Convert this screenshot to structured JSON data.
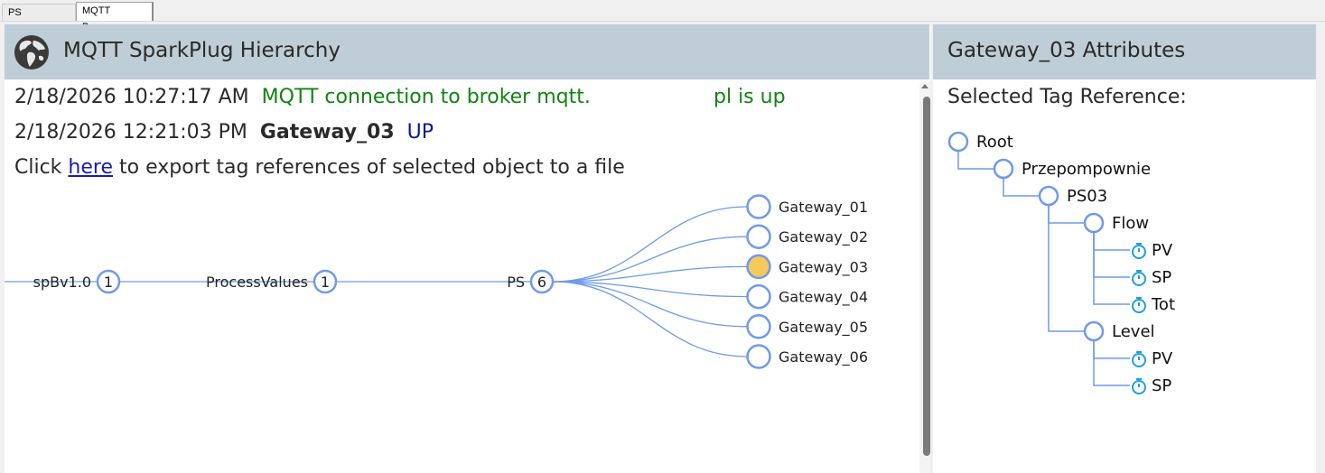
{
  "tabs": [
    {
      "label": "PS Parameters"
    },
    {
      "label": "MQTT Browser"
    }
  ],
  "left_panel": {
    "title": "MQTT SparkPlug Hierarchy",
    "status_lines": [
      {
        "timestamp": "2/18/2026 10:27:17 AM",
        "message_part1": "MQTT connection to broker mqtt.",
        "message_part2": "pl is up"
      },
      {
        "timestamp": "2/18/2026 12:21:03 PM",
        "gateway": "Gateway_03",
        "state": "UP"
      }
    ],
    "export": {
      "prefix": "Click",
      "link": "here",
      "suffix": "to export tag references of selected object to a file"
    },
    "hierarchy": {
      "chain": [
        {
          "label": "spBv1.0",
          "count": "1"
        },
        {
          "label": "ProcessValues",
          "count": "1"
        },
        {
          "label": "PS",
          "count": "6"
        }
      ],
      "gateways": [
        "Gateway_01",
        "Gateway_02",
        "Gateway_03",
        "Gateway_04",
        "Gateway_05",
        "Gateway_06"
      ],
      "selected": "Gateway_03"
    }
  },
  "right_panel": {
    "title": "Gateway_03 Attributes",
    "subtitle": "Selected Tag Reference:",
    "tree": [
      {
        "label": "Root",
        "type": "folder"
      },
      {
        "label": "Przepompownie",
        "type": "folder"
      },
      {
        "label": "PS03",
        "type": "folder"
      },
      {
        "label": "Flow",
        "type": "folder"
      },
      {
        "label": "PV",
        "type": "tag"
      },
      {
        "label": "SP",
        "type": "tag"
      },
      {
        "label": "Tot",
        "type": "tag"
      },
      {
        "label": "Level",
        "type": "folder"
      },
      {
        "label": "PV",
        "type": "tag"
      },
      {
        "label": "SP",
        "type": "tag"
      }
    ]
  },
  "colors": {
    "header_bg": "#bfcdd6",
    "node_stroke": "#6f9ae8",
    "selected_fill": "#f7c95a",
    "link": "#6f9ae8",
    "status_green": "#128312",
    "status_navy": "#0c1a8a",
    "tag_icon": "#1ea0dc"
  }
}
